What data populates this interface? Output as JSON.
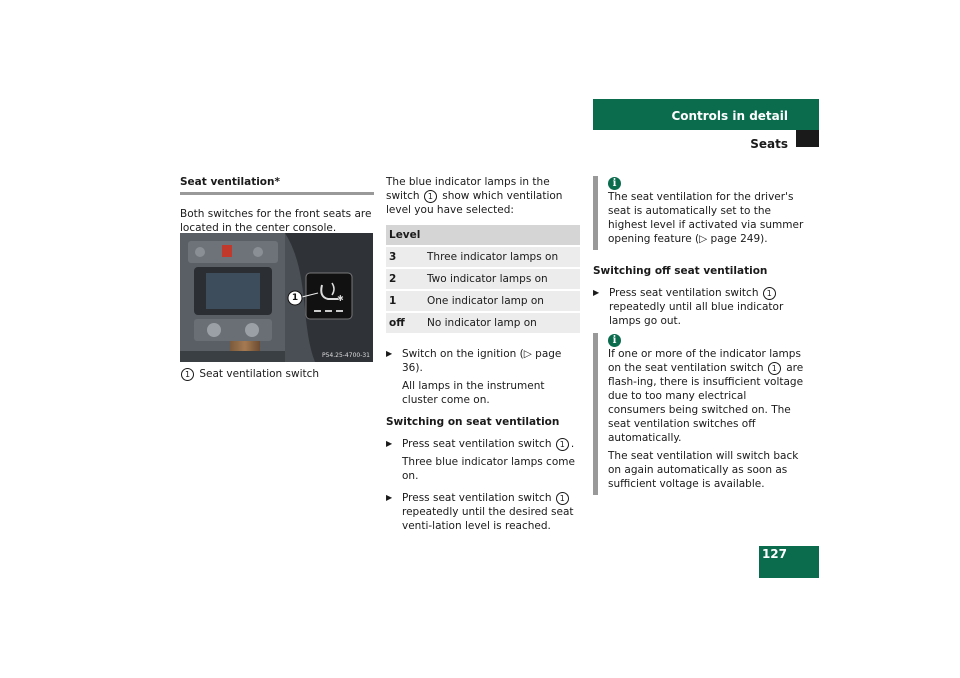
{
  "header": {
    "section": "Controls in detail",
    "subsection": "Seats",
    "page_number": "127"
  },
  "column1": {
    "title": "Seat ventilation*",
    "intro": "Both switches for the front seats are located in the center console.",
    "photo": {
      "callout": "1",
      "code": "P54.25-4700-31"
    },
    "caption_num": "1",
    "caption": "Seat ventilation switch"
  },
  "column2": {
    "intro_a": "The blue indicator lamps in the switch",
    "intro_num": "1",
    "intro_b": "show which ventilation level you have selected:",
    "table": {
      "header": "Level",
      "rows": [
        {
          "level": "3",
          "desc": "Three indicator lamps on"
        },
        {
          "level": "2",
          "desc": "Two indicator lamps on"
        },
        {
          "level": "1",
          "desc": "One indicator lamp on"
        },
        {
          "level": "off",
          "desc": "No indicator lamp on"
        }
      ]
    },
    "step_ignition_a": "Switch on the ignition (",
    "step_ignition_b": "page 36).",
    "note_lamps": "All lamps in the instrument cluster come on.",
    "heading_on": "Switching on seat ventilation",
    "step_press_a": "Press seat ventilation switch",
    "step_press_num": "1",
    "step_press_b": ".",
    "note_three": "Three blue indicator lamps come on.",
    "step_repeat_a": "Press seat ventilation switch",
    "step_repeat_num": "1",
    "step_repeat_b": "repeatedly until the desired seat venti-lation level is reached."
  },
  "column3": {
    "note1_a": "The seat ventilation for the driver's seat is automatically set to the highest level if activated via summer opening feature (",
    "note1_b": "page 249).",
    "heading_off": "Switching off seat ventilation",
    "step_off_a": "Press seat ventilation switch",
    "step_off_num": "1",
    "step_off_b": "repeatedly until all blue indicator lamps go out.",
    "note2_a": "If one or more of the indicator lamps on the seat ventilation switch",
    "note2_num": "1",
    "note2_b": "are flash-ing, there is insufficient voltage due to too many electrical consumers being switched on. The seat ventilation switches off automatically.",
    "note2_p2": "The seat ventilation will switch back on again automatically as soon as sufficient voltage is available."
  },
  "icons": {
    "info": "i",
    "page_ref": "▷"
  },
  "colors": {
    "brand_green": "#0b6b4d",
    "note_bar": "#999999"
  }
}
